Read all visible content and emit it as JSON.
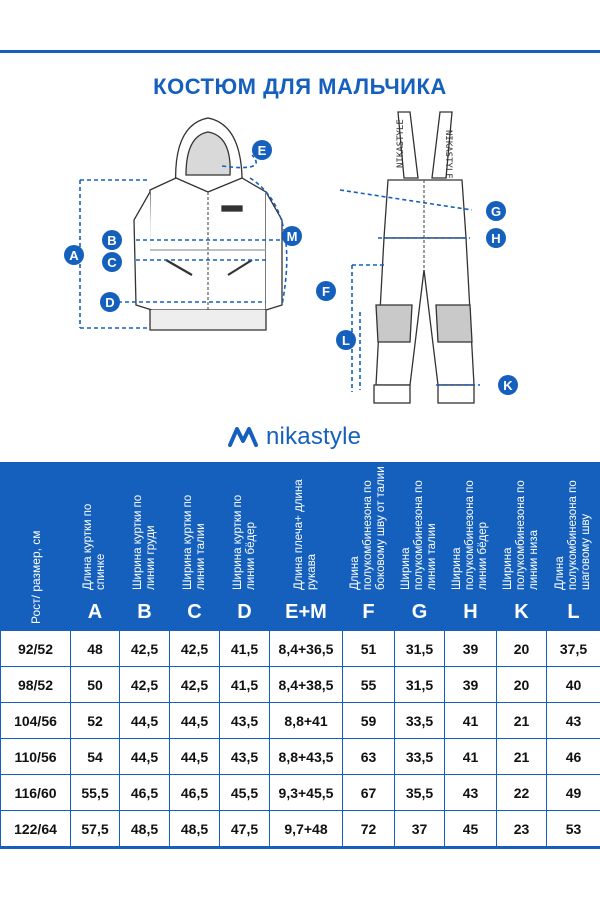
{
  "title": "КОСТЮМ ДЛЯ МАЛЬЧИКА",
  "brand": "nikastyle",
  "accent": "#1560bd",
  "illustration": {
    "jacket_labels": [
      "A",
      "B",
      "C",
      "D",
      "E",
      "M"
    ],
    "pants_labels": [
      "F",
      "G",
      "H",
      "L",
      "K"
    ],
    "strap_text": "NIKASTYLE"
  },
  "table": {
    "corner": "Рост/ размер, см",
    "headers": [
      "Длина куртки по спинке",
      "Ширина куртки по линии груди",
      "Ширина куртки по линии талии",
      "Ширина куртки по линии бёдер",
      "Длина плеча+ длина рукава",
      "Длина полукомбинезона по боковому шву от талии",
      "Ширина полукомбинезона по линии талии",
      "Ширина полукомбинезона по линии бёдер",
      "Ширина полукомбинезона по линии низа",
      "Длина полукомбинезона по шаговому шву"
    ],
    "letters": [
      "A",
      "B",
      "C",
      "D",
      "E+M",
      "F",
      "G",
      "H",
      "K",
      "L"
    ],
    "rows": [
      [
        "92/52",
        "48",
        "42,5",
        "42,5",
        "41,5",
        "8,4+36,5",
        "51",
        "31,5",
        "39",
        "20",
        "37,5"
      ],
      [
        "98/52",
        "50",
        "42,5",
        "42,5",
        "41,5",
        "8,4+38,5",
        "55",
        "31,5",
        "39",
        "20",
        "40"
      ],
      [
        "104/56",
        "52",
        "44,5",
        "44,5",
        "43,5",
        "8,8+41",
        "59",
        "33,5",
        "41",
        "21",
        "43"
      ],
      [
        "110/56",
        "54",
        "44,5",
        "44,5",
        "43,5",
        "8,8+43,5",
        "63",
        "33,5",
        "41",
        "21",
        "46"
      ],
      [
        "116/60",
        "55,5",
        "46,5",
        "46,5",
        "45,5",
        "9,3+45,5",
        "67",
        "35,5",
        "43",
        "22",
        "49"
      ],
      [
        "122/64",
        "57,5",
        "48,5",
        "48,5",
        "47,5",
        "9,7+48",
        "72",
        "37",
        "45",
        "23",
        "53"
      ]
    ]
  }
}
